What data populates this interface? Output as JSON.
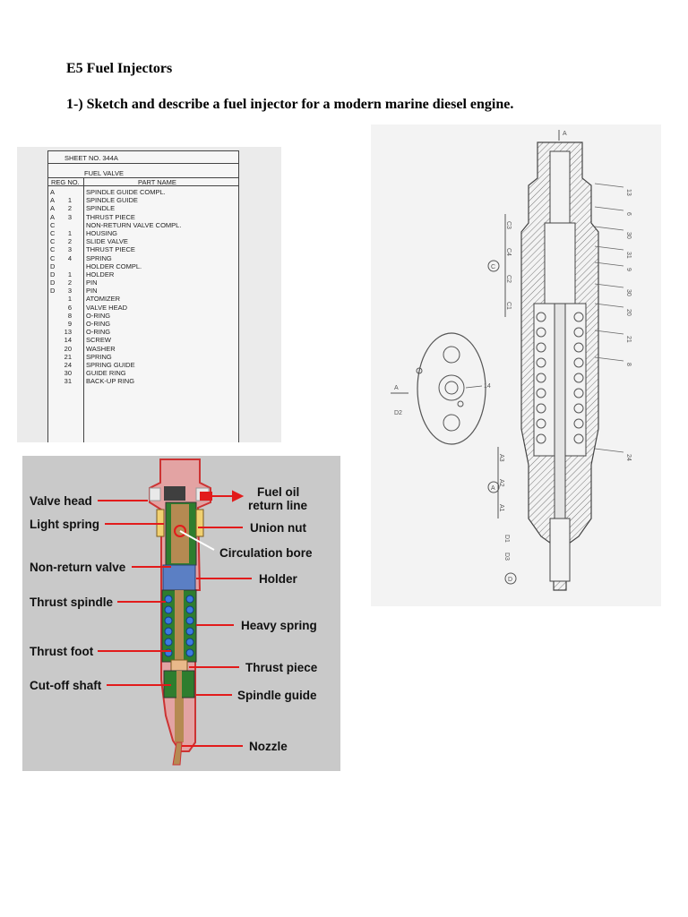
{
  "document": {
    "heading": "E5 Fuel Injectors",
    "question": "1-) Sketch and describe a fuel injector for a modern marine diesel engine."
  },
  "parts_list": {
    "sheet_no": "SHEET NO. 344A",
    "title": "FUEL VALVE",
    "col_ref": "REG NO.",
    "col_part": "PART NAME",
    "rows": [
      {
        "letter": "A",
        "num": "",
        "name": "SPINDLE GUIDE COMPL."
      },
      {
        "letter": "A",
        "num": "1",
        "name": "SPINDLE GUIDE"
      },
      {
        "letter": "A",
        "num": "2",
        "name": "SPINDLE"
      },
      {
        "letter": "A",
        "num": "3",
        "name": "THRUST PIECE"
      },
      {
        "letter": "C",
        "num": "",
        "name": "NON-RETURN VALVE COMPL."
      },
      {
        "letter": "C",
        "num": "1",
        "name": "HOUSING"
      },
      {
        "letter": "C",
        "num": "2",
        "name": "SLIDE VALVE"
      },
      {
        "letter": "C",
        "num": "3",
        "name": "THRUST PIECE"
      },
      {
        "letter": "C",
        "num": "4",
        "name": "SPRING"
      },
      {
        "letter": "D",
        "num": "",
        "name": "HOLDER COMPL."
      },
      {
        "letter": "D",
        "num": "1",
        "name": "HOLDER"
      },
      {
        "letter": "D",
        "num": "2",
        "name": "PIN"
      },
      {
        "letter": "D",
        "num": "3",
        "name": "PIN"
      },
      {
        "letter": "",
        "num": "1",
        "name": "ATOMIZER"
      },
      {
        "letter": "",
        "num": "6",
        "name": "VALVE HEAD"
      },
      {
        "letter": "",
        "num": "8",
        "name": "O-RING"
      },
      {
        "letter": "",
        "num": "9",
        "name": "O-RING"
      },
      {
        "letter": "",
        "num": "13",
        "name": "O-RING"
      },
      {
        "letter": "",
        "num": "14",
        "name": "SCREW"
      },
      {
        "letter": "",
        "num": "20",
        "name": "WASHER"
      },
      {
        "letter": "",
        "num": "21",
        "name": "SPRING"
      },
      {
        "letter": "",
        "num": "24",
        "name": "SPRING GUIDE"
      },
      {
        "letter": "",
        "num": "30",
        "name": "GUIDE RING"
      },
      {
        "letter": "",
        "num": "31",
        "name": "BACK-UP RING"
      }
    ]
  },
  "diagram": {
    "labels": {
      "valve_head": "Valve head",
      "light_spring": "Light spring",
      "non_return_valve": "Non-return valve",
      "thrust_spindle": "Thrust spindle",
      "thrust_foot": "Thrust foot",
      "cut_off_shaft": "Cut-off shaft",
      "fuel_oil_1": "Fuel oil",
      "fuel_oil_2": "return line",
      "union_nut": "Union nut",
      "circulation_bore": "Circulation bore",
      "holder": "Holder",
      "heavy_spring": "Heavy spring",
      "thrust_piece": "Thrust piece",
      "spindle_guide": "Spindle guide",
      "nozzle": "Nozzle"
    }
  },
  "tech_drawing": {
    "section_top": "A",
    "section_side": "A",
    "group_c": "C",
    "group_a": "A",
    "group_d": "D",
    "c_refs": [
      "C3",
      "C4",
      "C2",
      "C1"
    ],
    "a_refs": [
      "A3",
      "A2",
      "A1"
    ],
    "d_refs": [
      "D1",
      "D3"
    ],
    "side_ref": "D2",
    "side_callout": "14",
    "right_refs": [
      "13",
      "6",
      "30",
      "31",
      "9",
      "30",
      "20",
      "21",
      "8",
      "24"
    ]
  }
}
